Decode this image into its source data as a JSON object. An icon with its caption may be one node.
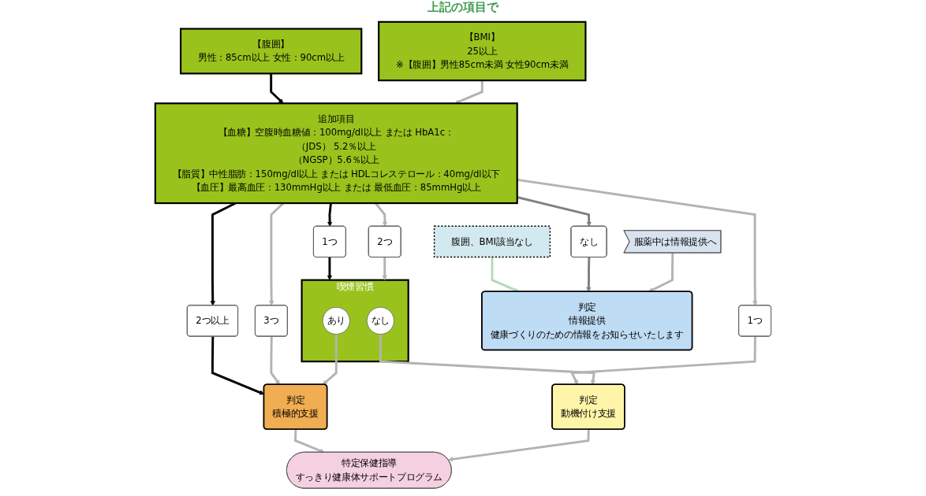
{
  "diagram": {
    "nodes": [
      {
        "text": [
          "【腹囲】",
          "男性：85cm以上 女性：90cm以上"
        ]
      },
      {
        "text": [
          "【BMI】",
          "25以上",
          "※【腹囲】男性85cm未満 女性90cm未満"
        ]
      },
      {
        "text": [
          "腹囲、BMI該当なし"
        ]
      },
      {
        "text": [
          "追加項目",
          "【血糖】空腹時血糖値：100mg/dl以上 または HbA1c：",
          "（JDS） 5.2％以上",
          "（NGSP）5.6％以上",
          "【脂質】中性脂肪：150mg/dl以上 または HDLコレステロール：40mg/dl以下",
          "【血圧】最高血圧：130mmHg以上 または 最低血圧：85mmHg以上"
        ]
      },
      {
        "text": [
          "2つ以上"
        ]
      },
      {
        "text": [
          "1つ"
        ]
      },
      {
        "text": [
          "3つ"
        ]
      },
      {
        "text": [
          "2つ"
        ]
      },
      {
        "text": [
          "1つ"
        ]
      },
      {
        "text": [
          "なし"
        ]
      },
      {
        "text": [
          "喫煙習慣"
        ]
      },
      {
        "text": [
          "あり"
        ],
        "in": 10
      },
      {
        "text": [
          "なし"
        ],
        "in": 10
      },
      {
        "text": [
          "判定",
          "積極的支援"
        ]
      },
      {
        "text": [
          "判定",
          "動機付け支援"
        ]
      },
      {
        "text": [
          "判定",
          "情報提供",
          "健康づくりのための情報をお知らせいたします"
        ]
      },
      {
        "text": [
          "服薬中は情報提供へ"
        ]
      },
      {
        "text": [
          "特定保健指導",
          "すっきり健康体サポートプログラム"
        ]
      }
    ],
    "edges": [
      {
        "from": 0,
        "to": 3,
        "arrow": "to",
        "color": "#000000"
      },
      {
        "from": 1,
        "to": 3,
        "arrow": "to"
      },
      {
        "from": 2,
        "to": 15,
        "arrow": "to",
        "color": "#b5d9b8"
      },
      {
        "from": 3,
        "to": 4,
        "arrow": "to",
        "color": "#000000"
      },
      {
        "from": 3,
        "to": 5,
        "arrow": "to",
        "color": "#000000"
      },
      {
        "from": 3,
        "to": 6,
        "arrow": "to"
      },
      {
        "from": 3,
        "to": 7,
        "arrow": "to"
      },
      {
        "from": 3,
        "to": 8,
        "arrow": "to"
      },
      {
        "from": 3,
        "to": 9,
        "arrow": "to",
        "color": "#808080"
      },
      {
        "from": 4,
        "to": 13,
        "arrow": "to",
        "color": "#000000"
      },
      {
        "from": 5,
        "to": 10,
        "arrow": "to",
        "color": "#000000"
      },
      {
        "from": 6,
        "to": 13,
        "arrow": "to"
      },
      {
        "from": 7,
        "to": 10,
        "arrow": "to"
      },
      {
        "from": 8,
        "to": 14,
        "arrow": "to"
      },
      {
        "from": 9,
        "to": 15,
        "arrow": "to",
        "color": "#808080"
      },
      {
        "from": 11,
        "to": 13,
        "arrow": "to"
      },
      {
        "from": 12,
        "to": 14,
        "arrow": "to"
      },
      {
        "from": 13,
        "to": 17,
        "arrow": "to"
      },
      {
        "from": 14,
        "to": 17,
        "arrow": "to"
      },
      {
        "from": 16,
        "to": 15,
        "arrow": "to"
      }
    ],
    "labels": [
      "上記の項目で"
    ]
  }
}
